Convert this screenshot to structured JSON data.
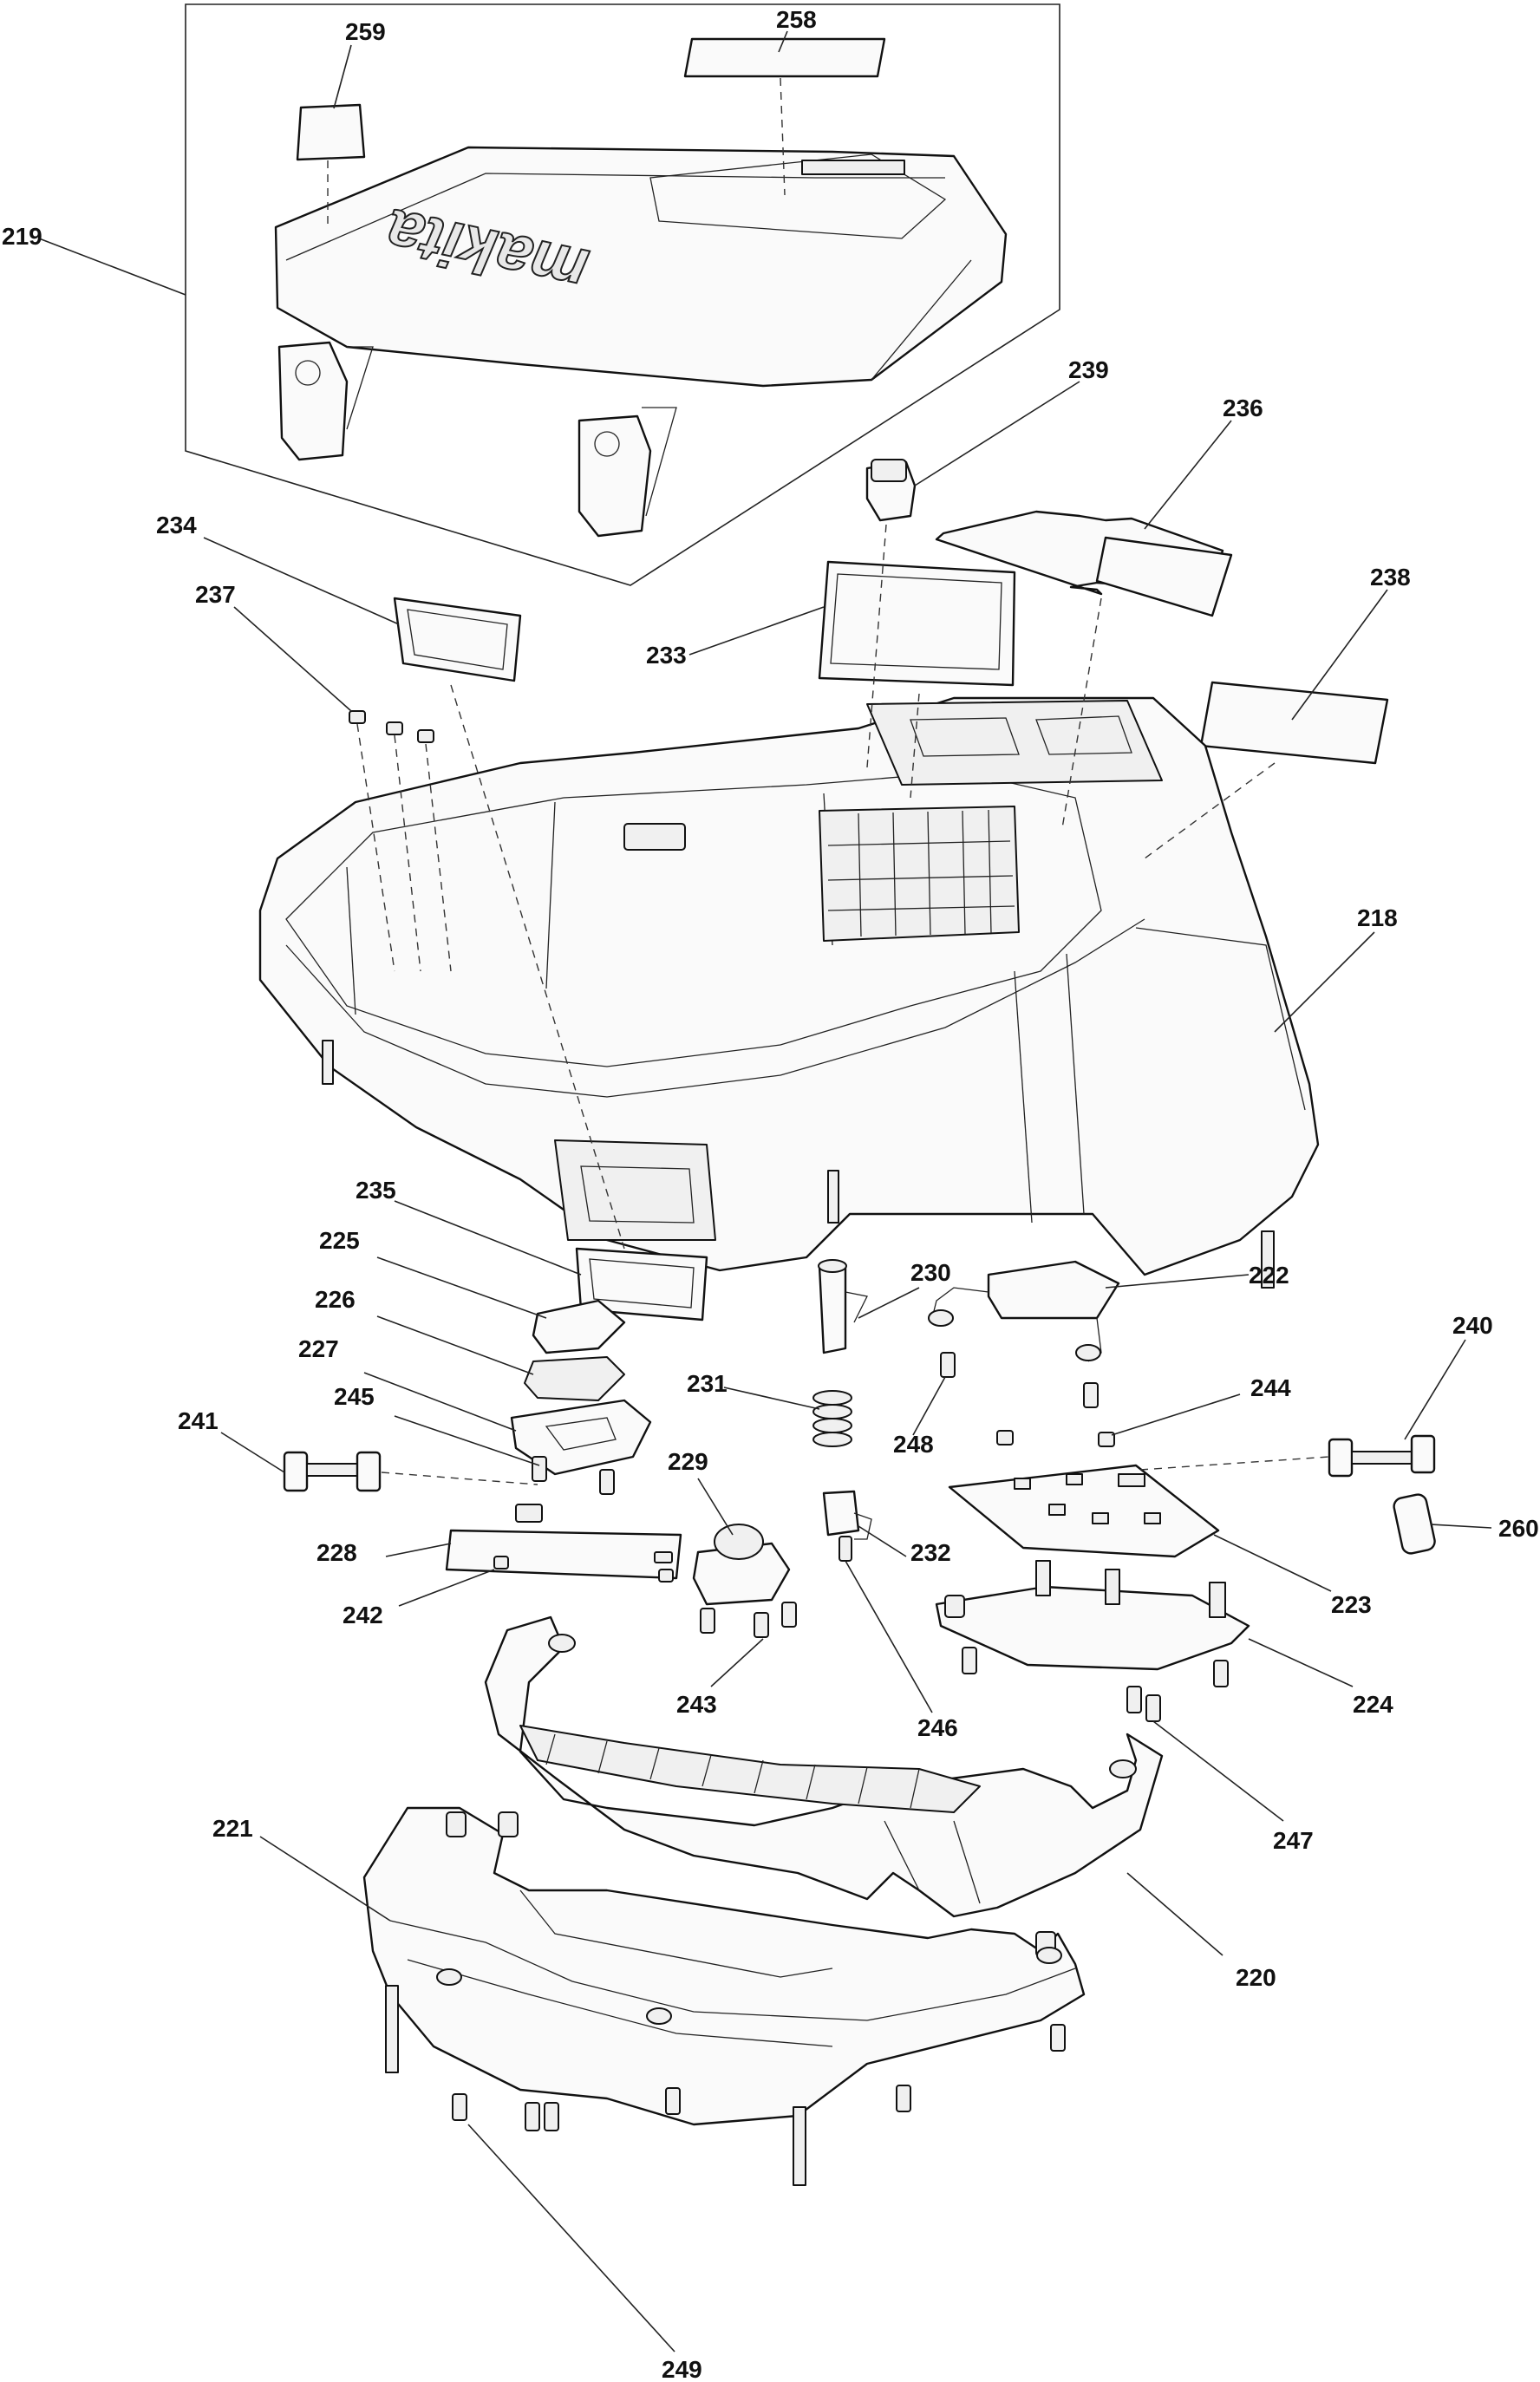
{
  "labels": {
    "p218": "218",
    "p219": "219",
    "p220": "220",
    "p221": "221",
    "p222": "222",
    "p223": "223",
    "p224": "224",
    "p225": "225",
    "p226": "226",
    "p227": "227",
    "p228": "228",
    "p229": "229",
    "p230": "230",
    "p231": "231",
    "p232": "232",
    "p233": "233",
    "p234": "234",
    "p235": "235",
    "p236": "236",
    "p237": "237",
    "p238": "238",
    "p239": "239",
    "p240": "240",
    "p241": "241",
    "p242": "242",
    "p243": "243",
    "p244": "244",
    "p245": "245",
    "p246": "246",
    "p247": "247",
    "p248": "248",
    "p249": "249",
    "p258": "258",
    "p259": "259",
    "p260": "260"
  },
  "cover": {
    "logo": "makita"
  },
  "colors": {
    "line": "#111111",
    "background": "#ffffff"
  }
}
